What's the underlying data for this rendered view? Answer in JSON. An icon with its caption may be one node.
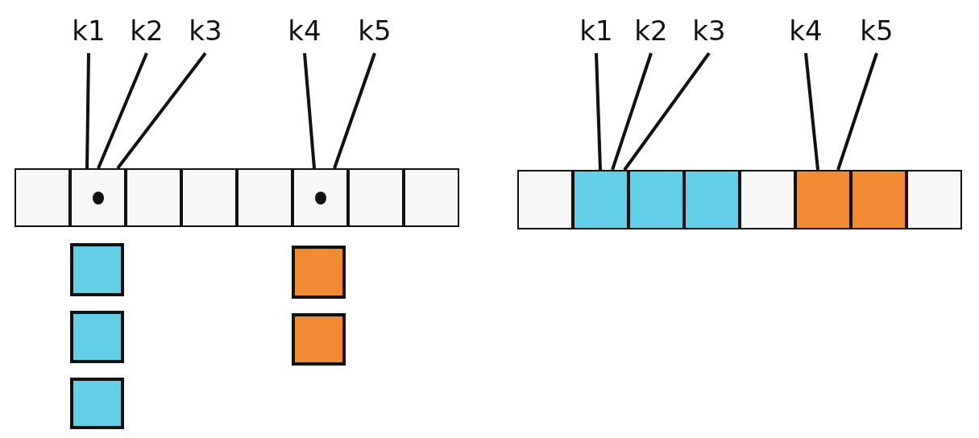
{
  "diagram": {
    "nodes": [
      {
        "text": [
          "k1"
        ]
      },
      {
        "text": [
          "k2"
        ]
      },
      {
        "text": [
          "k3"
        ]
      },
      {
        "text": [
          "k4"
        ]
      },
      {
        "text": [
          "k5"
        ]
      },
      {
        "text": [],
        "shape": "box"
      },
      {
        "text": [],
        "shape": "box"
      },
      {
        "text": [],
        "shape": "box"
      },
      {
        "text": [],
        "shape": "box"
      },
      {
        "text": [],
        "shape": "box"
      },
      {
        "text": [],
        "shape": "box"
      },
      {
        "text": [],
        "shape": "box"
      },
      {
        "text": [],
        "shape": "box"
      },
      {
        "text": [],
        "shape": "box"
      },
      {
        "text": [],
        "shape": "box"
      },
      {
        "text": [],
        "shape": "box"
      },
      {
        "text": [],
        "shape": "box"
      },
      {
        "text": [],
        "shape": "box"
      },
      {
        "text": [
          "k1"
        ]
      },
      {
        "text": [
          "k2"
        ]
      },
      {
        "text": [
          "k3"
        ]
      },
      {
        "text": [
          "k4"
        ]
      },
      {
        "text": [
          "k5"
        ]
      },
      {
        "text": [],
        "shape": "box"
      },
      {
        "text": [],
        "shape": "box"
      },
      {
        "text": [],
        "shape": "box"
      },
      {
        "text": [],
        "shape": "box"
      },
      {
        "text": [],
        "shape": "box"
      },
      {
        "text": [],
        "shape": "box"
      },
      {
        "text": [],
        "shape": "box"
      },
      {
        "text": [],
        "shape": "box"
      }
    ],
    "edges": [
      {
        "from": 0,
        "to": 6,
        "arrow": "none"
      },
      {
        "from": 1,
        "to": 6,
        "arrow": "none"
      },
      {
        "from": 2,
        "to": 6,
        "arrow": "none"
      },
      {
        "from": 3,
        "to": 10,
        "arrow": "none"
      },
      {
        "from": 4,
        "to": 10,
        "arrow": "none"
      },
      {
        "from": 18,
        "to": 24,
        "arrow": "none"
      },
      {
        "from": 19,
        "to": 24,
        "arrow": "none"
      },
      {
        "from": 20,
        "to": 24,
        "arrow": "none"
      },
      {
        "from": 21,
        "to": 28,
        "arrow": "none"
      },
      {
        "from": 22,
        "to": 28,
        "arrow": "none"
      }
    ]
  }
}
